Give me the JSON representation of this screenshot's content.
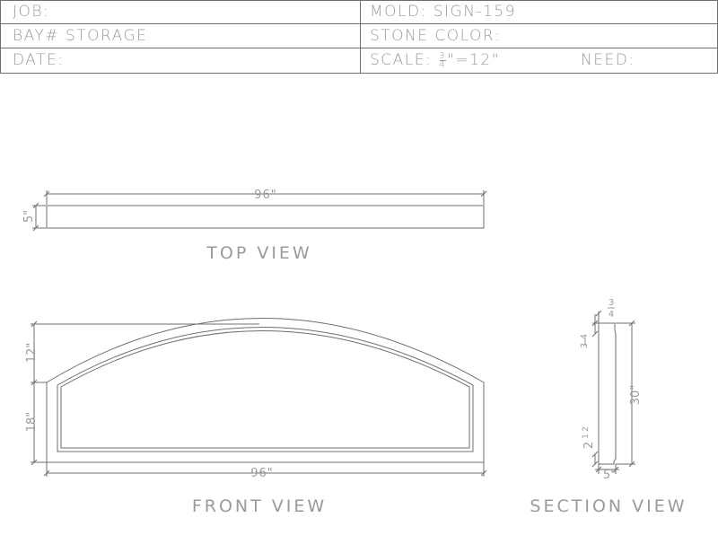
{
  "title_block": {
    "job_label": "JOB:",
    "bay_label": "BAY#",
    "bay_value": "STORAGE",
    "date_label": "DATE:",
    "mold_label": "MOLD:",
    "mold_value": "SIGN-159",
    "stone_color_label": "STONE COLOR:",
    "scale_label": "SCALE:",
    "scale_num": "3",
    "scale_den": "4",
    "scale_rest": "\"=12\"",
    "need_label": "NEED:"
  },
  "top_view": {
    "title": "TOP VIEW",
    "length_dim": "96\"",
    "thickness_dim": "5\""
  },
  "front_view": {
    "title": "FRONT VIEW",
    "arch_rise_dim": "12\"",
    "side_height_dim": "18\"",
    "width_dim": "96\""
  },
  "section_view": {
    "title": "SECTION VIEW",
    "top_dim_num": "3",
    "top_dim_den": "4",
    "upper_step_num": "3",
    "upper_step_den": "4",
    "height_dim": "30\"",
    "lower_step_whole": "2",
    "lower_step_num": "1",
    "lower_step_den": "2",
    "depth_dim": "5\""
  },
  "colors": {
    "line": "#6f6f6f",
    "text": "#9a9a9a",
    "background": "#ffffff"
  }
}
